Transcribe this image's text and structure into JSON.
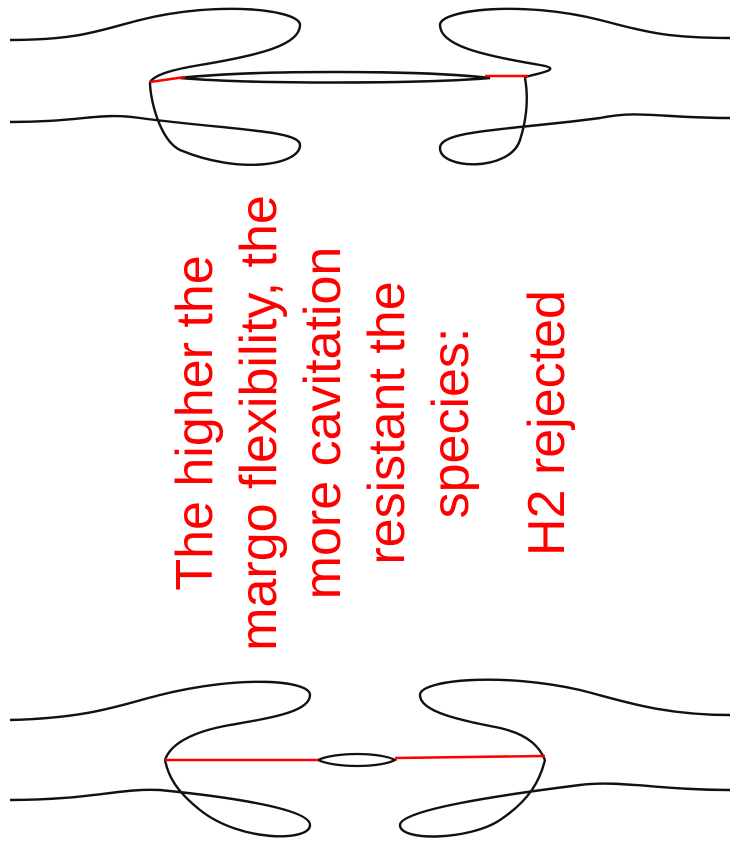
{
  "caption": {
    "line1": "The higher the",
    "line2": "margo flexibility, the",
    "line3": "more cavitation",
    "line4": "resistant the",
    "line5": "species:",
    "line6": "H2 rejected"
  },
  "colors": {
    "outline": "#111111",
    "highlight": "#ff0000",
    "caption": "#ff0000"
  }
}
